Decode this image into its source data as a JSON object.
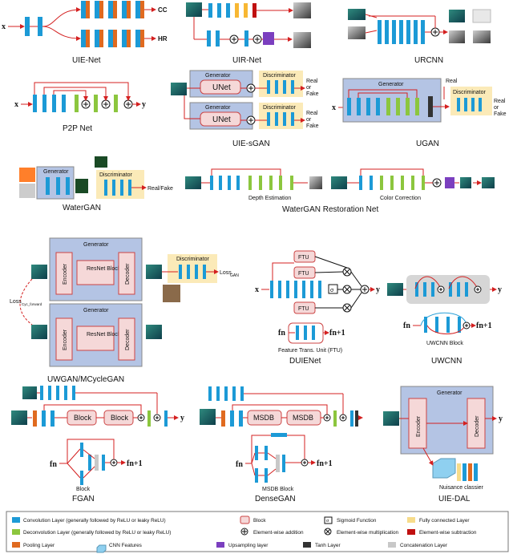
{
  "colors": {
    "conv": "#1c9ad6",
    "deconv": "#8cc63e",
    "pool": "#e06a1f",
    "upsample": "#7b3fbf",
    "tanh": "#333333",
    "concat": "#c8c8c8",
    "fc": "#f7dc8a",
    "subtract": "#c01010",
    "arrow": "#d42020",
    "gen_box": "#b4c4e4",
    "disc_box": "#fbeab8",
    "block_fill": "#f5d8d8"
  },
  "symbols": {
    "x": "x",
    "y": "y",
    "f_n": "fn",
    "f_n1": "fn+1"
  },
  "captions": {
    "uie_net": "UIE-Net",
    "uir_net": "UIR-Net",
    "urcnn": "URCNN",
    "p2p": "P2P Net",
    "uie_sgan": "UIE-sGAN",
    "ugan": "UGAN",
    "watergan": "WaterGAN",
    "watergan_rest": "WaterGAN Restoration Net",
    "uwgan": "UWGAN/MCycleGAN",
    "duienet": "DUIENet",
    "uwcnn": "UWCNN",
    "fgan": "FGAN",
    "densegan": "DenseGAN",
    "uie_dal": "UIE-DAL"
  },
  "labels": {
    "cc": "CC",
    "hr": "HR",
    "generator": "Generator",
    "discriminator": "Discriminator",
    "unet": "UNet",
    "real_or_fake": "Real or Fake",
    "real_fake": "Real/Fake",
    "real": "Real",
    "or": "or",
    "fake": "Fake",
    "depth_estimation": "Depth Estimation",
    "color_correction": "Color Correction",
    "encoder": "Encoder",
    "decoder": "Decoder",
    "resnet_block": "ResNet Block",
    "loss_gan": "Loss",
    "loss_gan_sub": "GAN",
    "loss_cyc": "Loss",
    "loss_cyc_sub": "Cyc_forward",
    "ftu": "FTU",
    "sigma": "σ",
    "ftu_unit": "Feature Trans. Unit (FTU)",
    "uwcnn_block": "UWCNN Block",
    "block": "Block",
    "msdb": "MSDB",
    "msdb_block": "MSDB Block",
    "nuisance": "Nuisance classier"
  },
  "legend": [
    {
      "key": "conv",
      "text": "Convolution Layer (generally followed by ReLU or leaky ReLU)"
    },
    {
      "key": "block",
      "text": "Block"
    },
    {
      "key": "sigmoid",
      "text": "Sigmoid Function"
    },
    {
      "key": "fc",
      "text": "Fully connected Layer"
    },
    {
      "key": "deconv",
      "text": "Deconvolution Layer (generally followed by ReLU or leaky ReLU)"
    },
    {
      "key": "add",
      "text": "Element-wise addition"
    },
    {
      "key": "mul",
      "text": "Element-wise multiplication"
    },
    {
      "key": "subtract",
      "text": "Element-wise subtraction"
    },
    {
      "key": "pool",
      "text": "Pooling Layer"
    },
    {
      "key": "cnnfeat",
      "text": "CNN Features"
    },
    {
      "key": "upsample",
      "text": "Upsampling layer"
    },
    {
      "key": "tanh",
      "text": "Tanh Layer"
    },
    {
      "key": "concat",
      "text": "Concatenation Layer"
    }
  ]
}
